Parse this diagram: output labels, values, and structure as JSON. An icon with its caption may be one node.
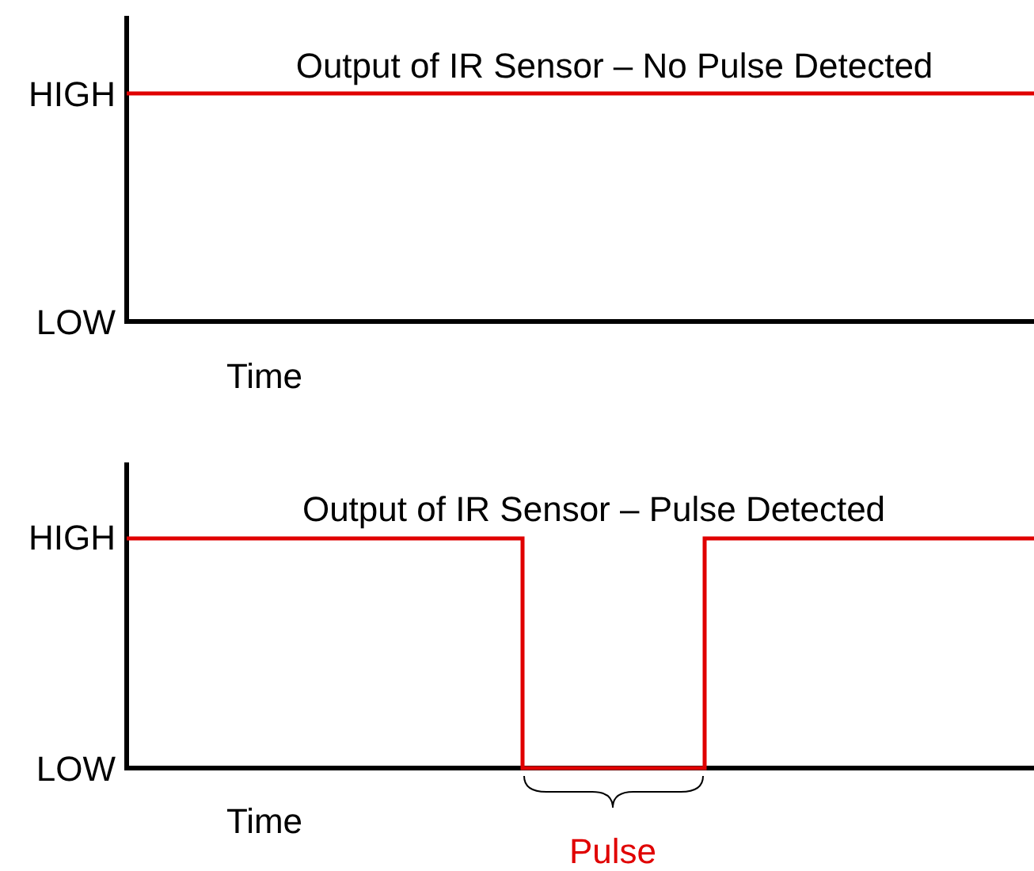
{
  "diagram": {
    "labels": [
      "Output of IR Sensor – No Pulse Detected",
      "HIGH",
      "LOW",
      "Time",
      "Output of IR Sensor – Pulse Detected",
      "HIGH",
      "LOW",
      "Time",
      "Pulse"
    ]
  }
}
